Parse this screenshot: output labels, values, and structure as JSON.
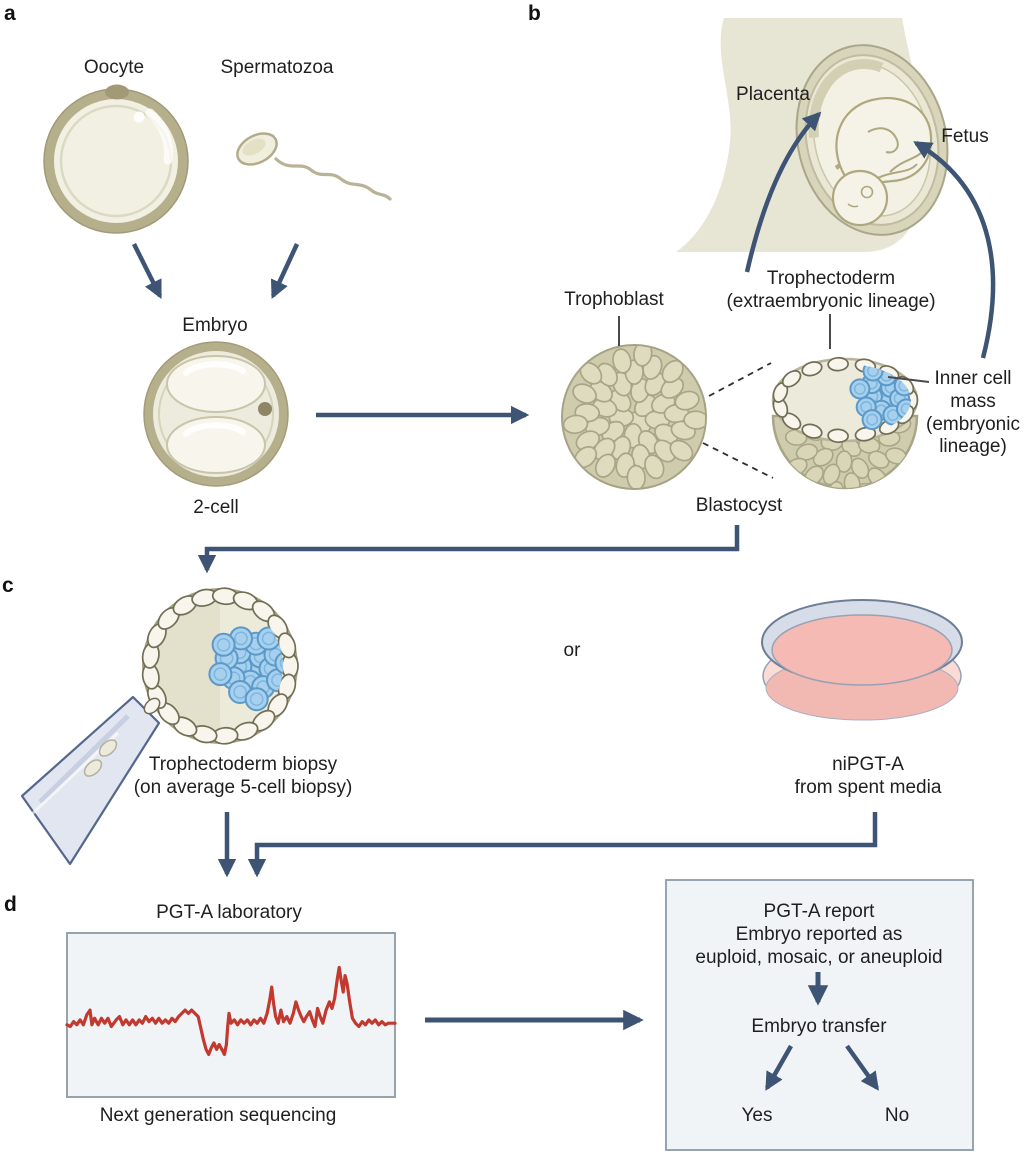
{
  "figure": {
    "panel_a": {
      "letter": "a",
      "oocyte_label": "Oocyte",
      "spermatozoa_label": "Spermatozoa",
      "embryo_label": "Embryo",
      "two_cell_label": "2-cell"
    },
    "panel_b": {
      "letter": "b",
      "placenta_label": "Placenta",
      "fetus_label": "Fetus",
      "trophoblast_label": "Trophoblast",
      "trophectoderm_label": "Trophectoderm",
      "trophectoderm_sub": "(extraembryonic lineage)",
      "inner_cell_mass_label": "Inner cell mass (embryonic lineage)",
      "blastocyst_label": "Blastocyst"
    },
    "panel_c": {
      "letter": "c",
      "biopsy_title": "Trophectoderm biopsy",
      "biopsy_sub": "(on average 5-cell biopsy)",
      "or_label": "or",
      "nipgt_title": "niPGT-A",
      "nipgt_sub": "from spent media"
    },
    "panel_d": {
      "letter": "d",
      "lab_title": "PGT-A laboratory",
      "ngs_caption": "Next generation sequencing",
      "report_line1": "PGT-A report",
      "report_line2": "Embryo reported as",
      "report_line3": "euploid, mosaic, or aneuploid",
      "embryo_transfer_label": "Embryo transfer",
      "yes_label": "Yes",
      "no_label": "No"
    }
  },
  "illustrations": {
    "oocyte": "oocyte-cell",
    "spermatozoa": "sperm-cell",
    "two_cell": "two-cell-embryo",
    "pregnant_body": "pregnant-torso-with-fetus",
    "morula": "trophoblast-morula",
    "cut_blastocyst": "cut-open-blastocyst",
    "biopsy": "blastocyst-with-biopsy-pipette",
    "petri_dish": "petri-dish-with-media",
    "ngs_trace": "ngs-copy-number-trace"
  },
  "colors": {
    "arrow": "#3d5474",
    "text": "#1f1f1f",
    "cell_fill": "#dedbbf",
    "cell_outline": "#a9a687",
    "shell_olive": "#b6af8c",
    "cream": "#f2f0e2",
    "icm_fill": "#a6d0ee",
    "icm_outline": "#5b99c8",
    "body_silhouette": "#e7e6d4",
    "box_bg": "#f1f4f7",
    "box_border": "#97a2ad",
    "ngs_line": "#c2392f",
    "petri_rim": "#d7dde8",
    "petri_media": "#f5bab3",
    "pipette_fill": "#e2e6f0",
    "pipette_outline": "#54678c"
  },
  "chart_data": {
    "type": "line",
    "title": "Next generation sequencing",
    "xlabel": "",
    "ylabel": "",
    "axes_shown": false,
    "background": "#f1f4f7",
    "line_color": "#c2392f",
    "description": "Copy-number style NGS trace: flat baseline, one deletion dip near 40-48%, amplification spikes near 62%, 70%, 78% and a tall double peak near 83-86%",
    "series": [
      {
        "name": "copy number profile",
        "points": [
          [
            0,
            56
          ],
          [
            1,
            57
          ],
          [
            2,
            54
          ],
          [
            3,
            56
          ],
          [
            4,
            53
          ],
          [
            5,
            56
          ],
          [
            6,
            50
          ],
          [
            7,
            47
          ],
          [
            7.6,
            56
          ],
          [
            8.4,
            52
          ],
          [
            9.5,
            56
          ],
          [
            10.5,
            52
          ],
          [
            11.5,
            55
          ],
          [
            12.5,
            52
          ],
          [
            13.5,
            57
          ],
          [
            15,
            53
          ],
          [
            16,
            51
          ],
          [
            17,
            56
          ],
          [
            18,
            53
          ],
          [
            19,
            56
          ],
          [
            20,
            53
          ],
          [
            21,
            56
          ],
          [
            22,
            53
          ],
          [
            23,
            55
          ],
          [
            24,
            51
          ],
          [
            25,
            54
          ],
          [
            26,
            52
          ],
          [
            27,
            55
          ],
          [
            28,
            52
          ],
          [
            29,
            55
          ],
          [
            30,
            53
          ],
          [
            31,
            55
          ],
          [
            32,
            52
          ],
          [
            33,
            54
          ],
          [
            34,
            51
          ],
          [
            35,
            49
          ],
          [
            36,
            47
          ],
          [
            37,
            49
          ],
          [
            38,
            47
          ],
          [
            39,
            49
          ],
          [
            40,
            51
          ],
          [
            40.8,
            58
          ],
          [
            41.6,
            65
          ],
          [
            42.4,
            71
          ],
          [
            43.2,
            74
          ],
          [
            44,
            70
          ],
          [
            44.8,
            67
          ],
          [
            45.6,
            71
          ],
          [
            46.4,
            68
          ],
          [
            47.2,
            71
          ],
          [
            48,
            74
          ],
          [
            48.6,
            68
          ],
          [
            49,
            57
          ],
          [
            49.4,
            49
          ],
          [
            50,
            55
          ],
          [
            51,
            53
          ],
          [
            52,
            56
          ],
          [
            53,
            53
          ],
          [
            54,
            55
          ],
          [
            55,
            53
          ],
          [
            56,
            56
          ],
          [
            57,
            53
          ],
          [
            58,
            55
          ],
          [
            59,
            52
          ],
          [
            60,
            55
          ],
          [
            61,
            49
          ],
          [
            61.8,
            41
          ],
          [
            62.4,
            33
          ],
          [
            63,
            43
          ],
          [
            63.6,
            51
          ],
          [
            64.4,
            55
          ],
          [
            65.2,
            47
          ],
          [
            66,
            54
          ],
          [
            67,
            51
          ],
          [
            68,
            55
          ],
          [
            69,
            49
          ],
          [
            69.8,
            42
          ],
          [
            70.6,
            47
          ],
          [
            71.4,
            51
          ],
          [
            72.2,
            54
          ],
          [
            73,
            51
          ],
          [
            74,
            48
          ],
          [
            74.8,
            53
          ],
          [
            75.6,
            57
          ],
          [
            76.4,
            46
          ],
          [
            77.2,
            51
          ],
          [
            78,
            55
          ],
          [
            79,
            47
          ],
          [
            80,
            42
          ],
          [
            80.8,
            46
          ],
          [
            81.6,
            40
          ],
          [
            82.4,
            28
          ],
          [
            83,
            21
          ],
          [
            83.6,
            29
          ],
          [
            84.2,
            36
          ],
          [
            84.8,
            26
          ],
          [
            85.4,
            31
          ],
          [
            86.2,
            42
          ],
          [
            87,
            52
          ],
          [
            88,
            55
          ],
          [
            89,
            57
          ],
          [
            90,
            54
          ],
          [
            91,
            56
          ],
          [
            92,
            53
          ],
          [
            93,
            55
          ],
          [
            94,
            53
          ],
          [
            95,
            56
          ],
          [
            96,
            54
          ],
          [
            97,
            56
          ],
          [
            98,
            55
          ],
          [
            100,
            55
          ]
        ]
      }
    ]
  }
}
